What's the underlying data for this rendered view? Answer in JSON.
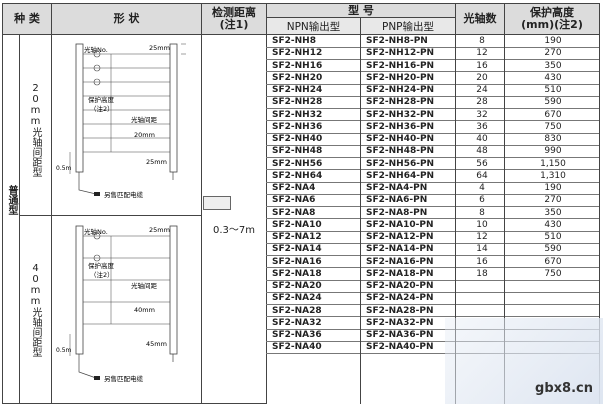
{
  "headers": {
    "category": "种 类",
    "shape": "形 状",
    "detect_distance": "检测距离\n(注1)",
    "model": "型 号",
    "npn": "NPN输出型",
    "pnp": "PNP输出型",
    "axis_count": "光轴数",
    "protect_height": "保护高度\n(mm)(注2)"
  },
  "category_main": "普通型",
  "category_20": "20mm光轴间距型",
  "category_40": "40mm光轴间距型",
  "detect_range": "0.3～7m",
  "diagram_20": {
    "axis_no": "光轴No.",
    "top_gap": "25mm",
    "protect": "保护高度",
    "note": "（注2）",
    "pitch": "光轴间距",
    "pitch_val": "20mm",
    "bottom_gap": "25mm",
    "side_gap": "0.5m",
    "cable": "另售匹配电缆"
  },
  "diagram_40": {
    "axis_no": "光轴No.",
    "top_gap": "25mm",
    "protect": "保护高度",
    "note": "（注2）",
    "pitch": "光轴间距",
    "pitch_val": "40mm",
    "bottom_gap": "45mm",
    "side_gap": "0.5m",
    "cable": "另售匹配电缆"
  },
  "rows": [
    {
      "npn": "SF2-NH8",
      "pnp": "SF2-NH8-PN",
      "axis": "8",
      "height": "190"
    },
    {
      "npn": "SF2-NH12",
      "pnp": "SF2-NH12-PN",
      "axis": "12",
      "height": "270"
    },
    {
      "npn": "SF2-NH16",
      "pnp": "SF2-NH16-PN",
      "axis": "16",
      "height": "350"
    },
    {
      "npn": "SF2-NH20",
      "pnp": "SF2-NH20-PN",
      "axis": "20",
      "height": "430"
    },
    {
      "npn": "SF2-NH24",
      "pnp": "SF2-NH24-PN",
      "axis": "24",
      "height": "510"
    },
    {
      "npn": "SF2-NH28",
      "pnp": "SF2-NH28-PN",
      "axis": "28",
      "height": "590"
    },
    {
      "npn": "SF2-NH32",
      "pnp": "SF2-NH32-PN",
      "axis": "32",
      "height": "670"
    },
    {
      "npn": "SF2-NH36",
      "pnp": "SF2-NH36-PN",
      "axis": "36",
      "height": "750"
    },
    {
      "npn": "SF2-NH40",
      "pnp": "SF2-NH40-PN",
      "axis": "40",
      "height": "830"
    },
    {
      "npn": "SF2-NH48",
      "pnp": "SF2-NH48-PN",
      "axis": "48",
      "height": "990"
    },
    {
      "npn": "SF2-NH56",
      "pnp": "SF2-NH56-PN",
      "axis": "56",
      "height": "1,150"
    },
    {
      "npn": "SF2-NH64",
      "pnp": "SF2-NH64-PN",
      "axis": "64",
      "height": "1,310"
    },
    {
      "npn": "SF2-NA4",
      "pnp": "SF2-NA4-PN",
      "axis": "4",
      "height": "190"
    },
    {
      "npn": "SF2-NA6",
      "pnp": "SF2-NA6-PN",
      "axis": "6",
      "height": "270"
    },
    {
      "npn": "SF2-NA8",
      "pnp": "SF2-NA8-PN",
      "axis": "8",
      "height": "350"
    },
    {
      "npn": "SF2-NA10",
      "pnp": "SF2-NA10-PN",
      "axis": "10",
      "height": "430"
    },
    {
      "npn": "SF2-NA12",
      "pnp": "SF2-NA12-PN",
      "axis": "12",
      "height": "510"
    },
    {
      "npn": "SF2-NA14",
      "pnp": "SF2-NA14-PN",
      "axis": "14",
      "height": "590"
    },
    {
      "npn": "SF2-NA16",
      "pnp": "SF2-NA16-PN",
      "axis": "16",
      "height": "670"
    },
    {
      "npn": "SF2-NA18",
      "pnp": "SF2-NA18-PN",
      "axis": "18",
      "height": "750"
    },
    {
      "npn": "SF2-NA20",
      "pnp": "SF2-NA20-PN",
      "axis": "",
      "height": ""
    },
    {
      "npn": "SF2-NA24",
      "pnp": "SF2-NA24-PN",
      "axis": "",
      "height": ""
    },
    {
      "npn": "SF2-NA28",
      "pnp": "SF2-NA28-PN",
      "axis": "",
      "height": ""
    },
    {
      "npn": "SF2-NA32",
      "pnp": "SF2-NA32-PN",
      "axis": "",
      "height": ""
    },
    {
      "npn": "SF2-NA36",
      "pnp": "SF2-NA36-PN",
      "axis": "",
      "height": ""
    },
    {
      "npn": "SF2-NA40",
      "pnp": "SF2-NA40-PN",
      "axis": "",
      "height": ""
    }
  ],
  "watermark": "gbx8.cn"
}
